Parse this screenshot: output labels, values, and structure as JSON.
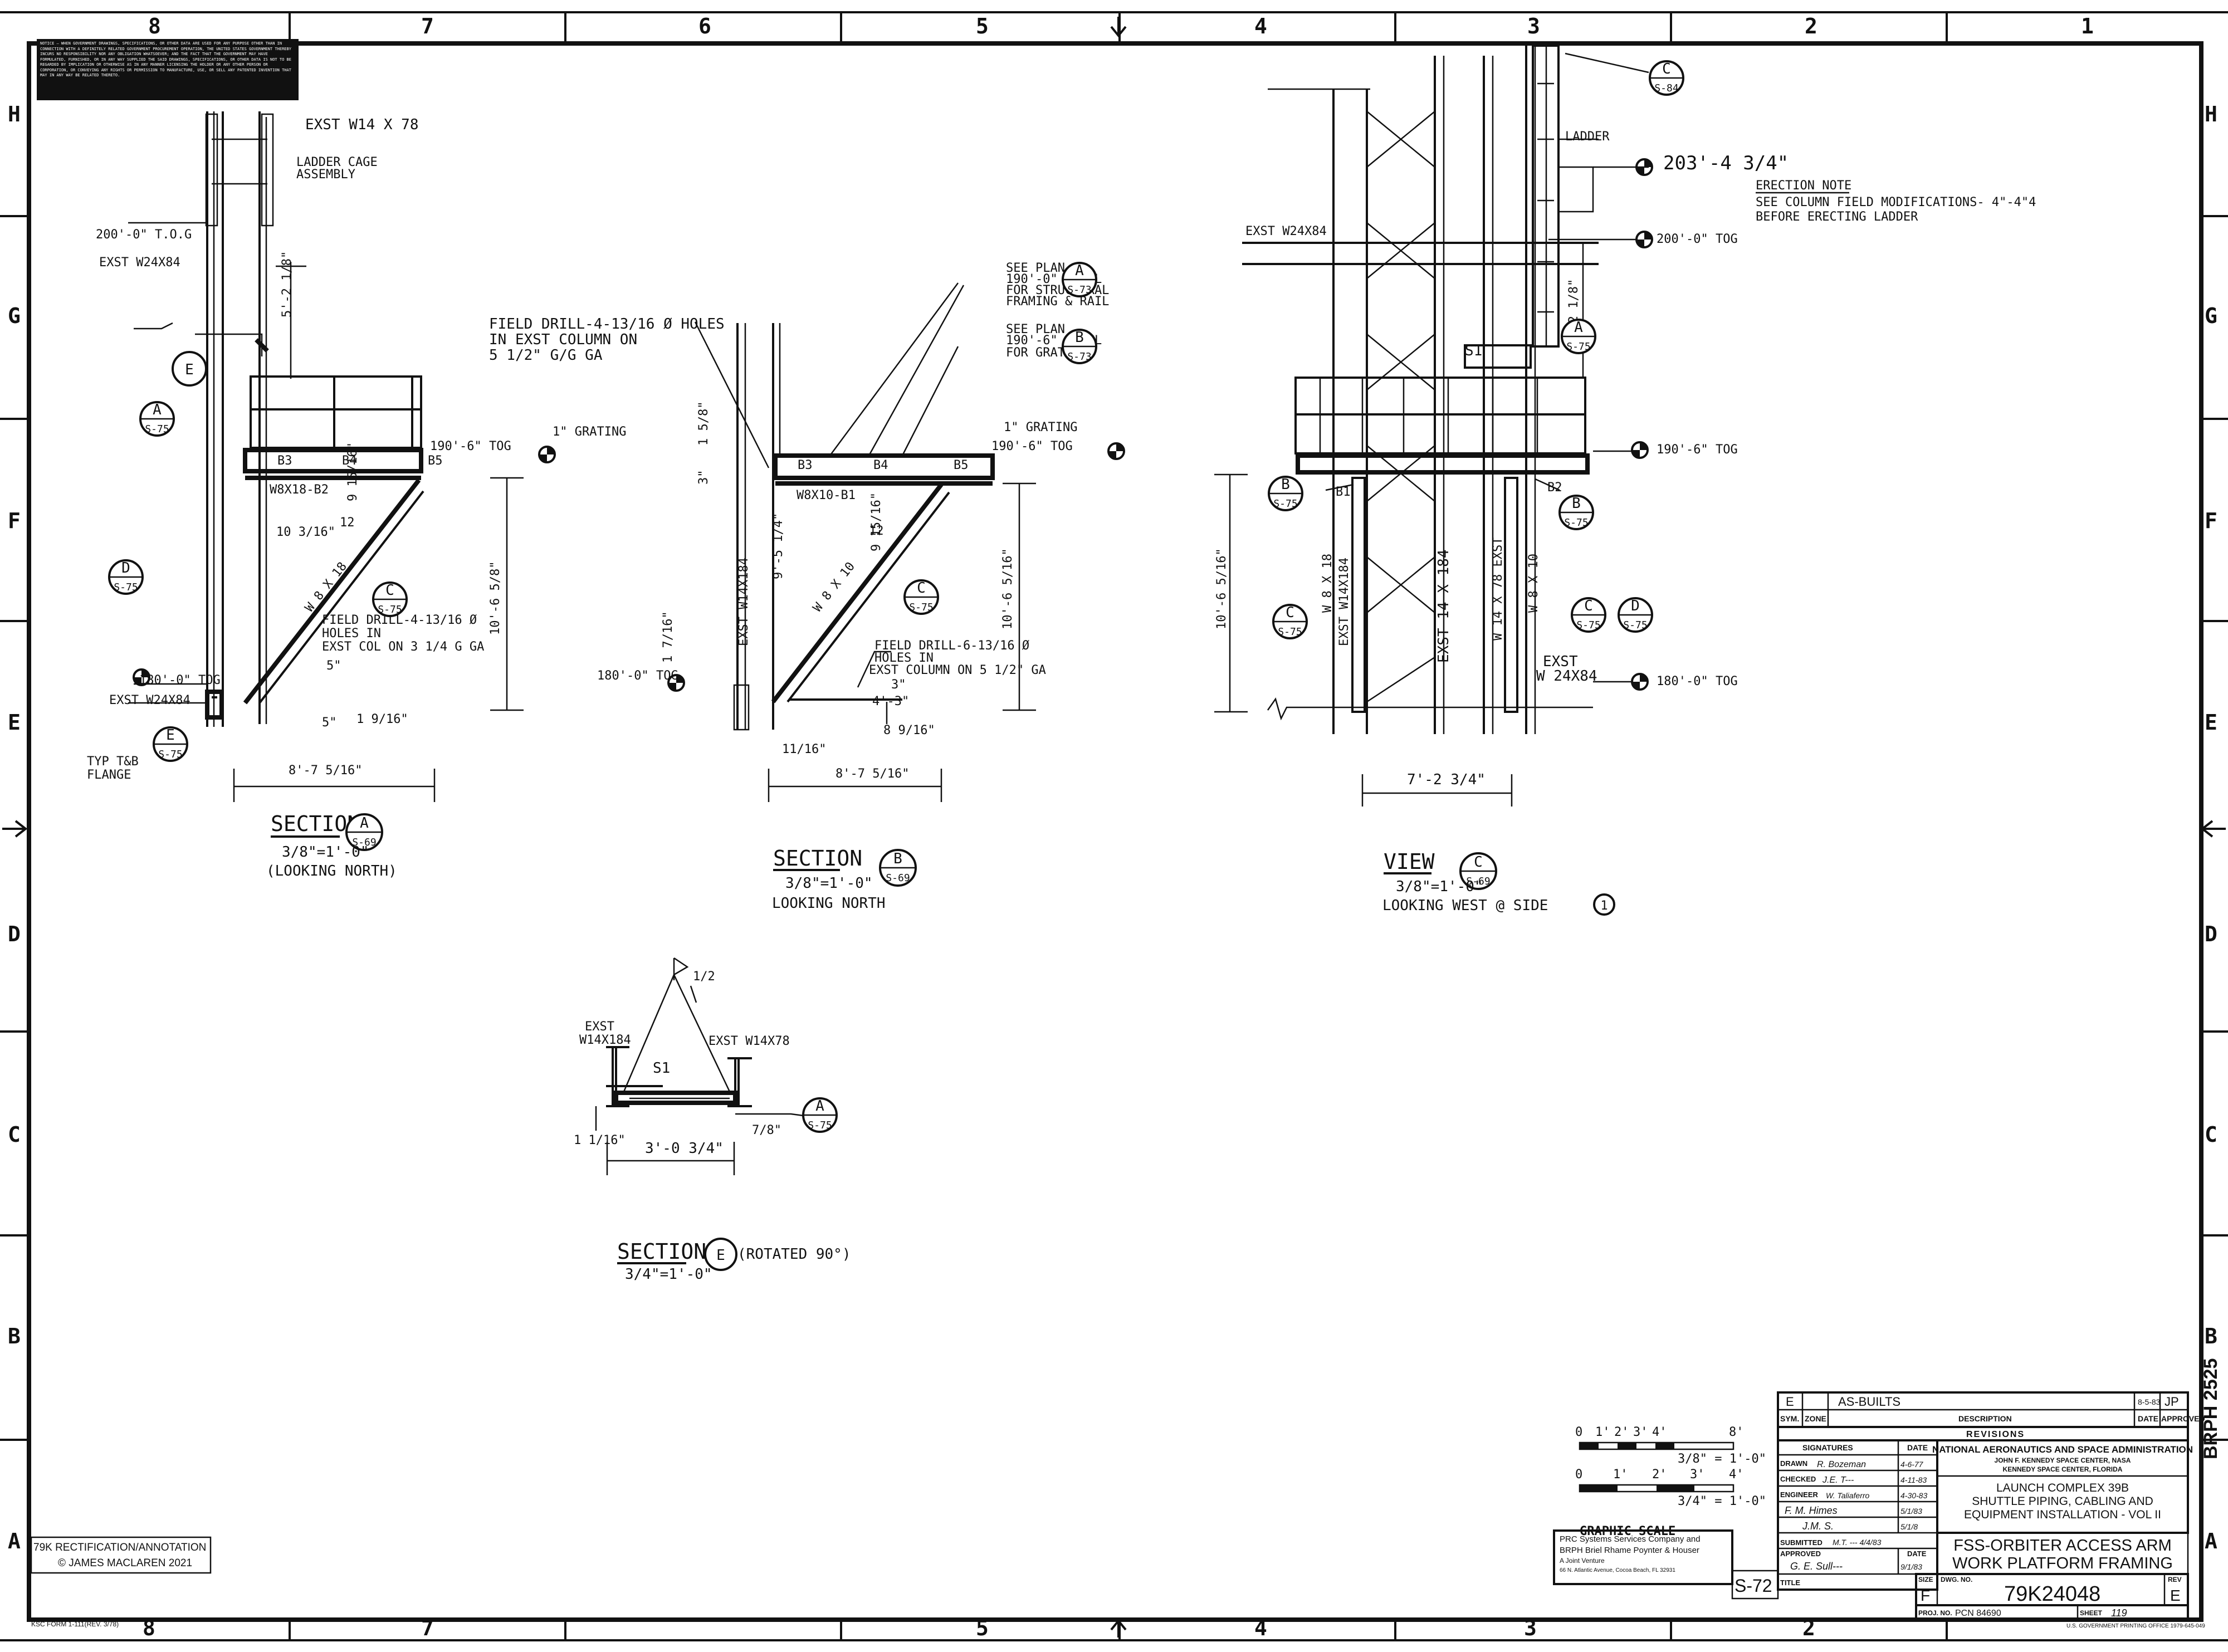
{
  "notice": "NOTICE — WHEN GOVERNMENT DRAWINGS, SPECIFICATIONS, OR OTHER DATA ARE USED FOR ANY PURPOSE OTHER THAN IN CONNECTION WITH A DEFINITELY RELATED GOVERNMENT PROCUREMENT OPERATION, THE UNITED STATES GOVERNMENT THEREBY INCURS NO RESPONSIBILITY NOR ANY OBLIGATION WHATSOEVER; AND THE FACT THAT THE GOVERNMENT MAY HAVE FORMULATED, FURNISHED, OR IN ANY WAY SUPPLIED THE SAID DRAWINGS, SPECIFICATIONS, OR OTHER DATA IS NOT TO BE REGARDED BY IMPLICATION OR OTHERWISE AS IN ANY MANNER LICENSING THE HOLDER OR ANY OTHER PERSON OR CORPORATION, OR CONVEYING ANY RIGHTS OR PERMISSION TO MANUFACTURE, USE, OR SELL ANY PATENTED INVENTION THAT MAY IN ANY WAY BE RELATED THERETO.",
  "grid": {
    "columns": [
      "8",
      "7",
      "6",
      "5",
      "4",
      "3",
      "2",
      "1"
    ],
    "rows": [
      "H",
      "G",
      "F",
      "E",
      "D",
      "C",
      "B",
      "A"
    ]
  },
  "section_a": {
    "title": "SECTION",
    "bubble": "A",
    "ref": "S-69",
    "scale": "3/8\"=1'-0\"",
    "subtitle": "(LOOKING NORTH)",
    "labels": {
      "exst_w14x78": "EXST W14 X 78",
      "ladder_cage": "LADDER CAGE",
      "assembly": "ASSEMBLY",
      "tog_200": "200'-0\" T.O.G",
      "exst_w24x84": "EXST W24X84",
      "dim_5_2": "5'-2 1/8\"",
      "tog_190": "190'-6\" TOG",
      "grating": "1\" GRATING",
      "b3": "B3",
      "b4": "B4",
      "b5": "B5",
      "beam": "W8X18-B2",
      "w8x18": "W 8 X 18",
      "dim_10_3": "10 3/16\"",
      "dim_9": "9 15/16\"",
      "dim_12": "12",
      "dim_10_6": "10'-6 5/8\"",
      "field_drill_1": "FIELD DRILL-4-13/16 Ø",
      "field_drill_2": "HOLES IN",
      "field_drill_3": "EXST COL ON 3 1/4 G GA",
      "dim_5a": "5\"",
      "dim_5b": "5\"",
      "dim_1_9": "1 9/16\"",
      "tog_180": "180'-0\" TOG",
      "exst_w24x84_b": "EXST W24X84",
      "typ": "TYP T&B",
      "flange": "FLANGE",
      "dim_8_7": "8'-7 5/16\""
    },
    "bubbles": [
      {
        "id": "E",
        "ref": ""
      },
      {
        "id": "A",
        "ref": "S-75"
      },
      {
        "id": "D",
        "ref": "S-75"
      },
      {
        "id": "C",
        "ref": "S-75"
      },
      {
        "id": "E",
        "ref": "S-75"
      }
    ]
  },
  "section_b": {
    "title": "SECTION",
    "bubble": "B",
    "ref": "S-69",
    "scale": "3/8\"=1'-0\"",
    "subtitle": "LOOKING NORTH",
    "labels": {
      "field_drill_1": "FIELD DRILL-4-13/16 Ø HOLES",
      "field_drill_2": "IN EXST COLUMN ON",
      "field_drill_3": "5 1/2\" G/G GA",
      "see_plan_a1": "SEE PLAN",
      "see_plan_a2": "190'-0\" LEVEL",
      "see_plan_a3": "FOR STRUCTURAL",
      "see_plan_a4": "FRAMING & RAIL",
      "see_plan_b1": "SEE PLAN",
      "see_plan_b2": "190'-6\" LEVEL",
      "see_plan_b3": "FOR GRATING",
      "grating": "1\" GRATING",
      "tog_190": "190'-6\" TOG",
      "dim_1_5": "1 5/8\"",
      "dim_3": "3\"",
      "b3": "B3",
      "b4": "B4",
      "b5": "B5",
      "beam": "W8X10-B1",
      "exst_col": "EXST W14X184",
      "dim_9_5": "9'-5 1/4\"",
      "dim_9": "9 15/16\"",
      "dim_12": "12",
      "w8x10": "W 8 X 10",
      "dim_10_6": "10'-6 5/16\"",
      "dim_1_7": "1 7/16\"",
      "field_drill_4": "FIELD DRILL-6-13/16 Ø",
      "field_drill_5": "HOLES IN",
      "field_drill_6": "EXST COLUMN ON 5 1/2\" GA",
      "tog_180": "180'-0\" TOG",
      "dim_3b": "3\"",
      "dim_4_3": "4'-3\"",
      "dim_8_9": "8 9/16\"",
      "dim_11": "11/16\"",
      "dim_8_7": "8'-7 5/16\""
    },
    "bubbles": [
      {
        "id": "A",
        "ref": "S-73"
      },
      {
        "id": "B",
        "ref": "S-73"
      },
      {
        "id": "C",
        "ref": "S-75"
      }
    ]
  },
  "view_c": {
    "title": "VIEW",
    "bubble": "C",
    "ref": "S-69",
    "scale": "3/8\"=1'-0\"",
    "subtitle": "LOOKING WEST @ SIDE",
    "side": "1",
    "labels": {
      "ladder": "LADDER",
      "el_203": "203'-4 3/4\"",
      "erection_note": "ERECTION NOTE",
      "erection_1": "SEE COLUMN FIELD MODIFICATIONS- 4\"-4\"4",
      "erection_2": "BEFORE ERECTING LADDER",
      "exst_w24x84": "EXST W24X84",
      "tog_200": "200'-0\" TOG",
      "dim_5_2": "5'-2 1/8\"",
      "s1": "S1",
      "tog_190": "190'-6\" TOG",
      "b1": "B1",
      "b2": "B2",
      "dim_10_6": "10'-6 5/16\"",
      "w8x18": "W 8 X 18",
      "exst_w14x184": "EXST W14X184",
      "exst_14x184": "EXST 14 X 184",
      "w14x78": "W 14 X 78 EXST",
      "w8x10": "W 8 X 10",
      "exst_b": "EXST",
      "w24x84": "W 24X84",
      "tog_180": "180'-0\" TOG",
      "dim_7_2": "7'-2 3/4\""
    },
    "bubbles": [
      {
        "id": "C",
        "ref": "S-84"
      },
      {
        "id": "A",
        "ref": "S-75"
      },
      {
        "id": "B",
        "ref": "S-75"
      },
      {
        "id": "B",
        "ref": "S-75"
      },
      {
        "id": "C",
        "ref": "S-75"
      },
      {
        "id": "C",
        "ref": "S-75"
      },
      {
        "id": "D",
        "ref": "S-75"
      }
    ]
  },
  "section_e": {
    "title": "SECTION",
    "bubble": "E",
    "rotated": "(ROTATED 90°)",
    "scale": "3/4\"=1'-0\"",
    "labels": {
      "exst_1": "EXST",
      "exst_2": "W14X184",
      "exst_w14x78": "EXST W14X78",
      "s1": "S1",
      "dim_1_2": "1/2",
      "dim_1_1": "1 1/16\"",
      "dim_3_0": "3'-0 3/4\"",
      "dim_7_8": "7/8\""
    },
    "bubbles": [
      {
        "id": "A",
        "ref": "S-75"
      }
    ]
  },
  "graphic_scale": {
    "label": "GRAPHIC SCALE",
    "scale_a": "3/8\" = 1'-0\"",
    "scale_a_ticks": [
      "0",
      "1'",
      "2'",
      "3'",
      "4'",
      "8'"
    ],
    "scale_b": "3/4\" = 1'-0\"",
    "scale_b_ticks": [
      "0",
      "1'",
      "2'",
      "3'",
      "4'"
    ]
  },
  "revisions": {
    "row_sym": "E",
    "row_desc": "AS-BUILTS",
    "row_date": "8-5-83",
    "row_approved": "JP",
    "col_sym": "SYM.",
    "col_zone": "ZONE",
    "col_desc": "DESCRIPTION",
    "col_date": "DATE",
    "col_approved": "APPROVED",
    "header": "REVISIONS"
  },
  "signatures": {
    "header": "SIGNATURES",
    "date_header": "DATE",
    "rows": [
      {
        "role": "DRAWN",
        "name": "R. Bozeman",
        "date": "4-6-77"
      },
      {
        "role": "CHECKED",
        "name": "J.E. T---",
        "date": "4-11-83"
      },
      {
        "role": "ENGINEER",
        "name": "W. Taliaferro",
        "date": "4-30-83"
      },
      {
        "role": "",
        "name": "F. M. Himes",
        "date": "5/1/83"
      },
      {
        "role": "",
        "name": "J.M. S.",
        "date": "5/1/8"
      }
    ],
    "submitted_label": "SUBMITTED",
    "submitted_name": "M.T. ---  4/4/83",
    "approved_label": "APPROVED",
    "approved_date_label": "DATE",
    "approved_name": "G. E. Sull---",
    "approved_date": "9/1/83",
    "title_label": "TITLE"
  },
  "agency": {
    "line1": "NATIONAL AERONAUTICS AND SPACE ADMINISTRATION",
    "line2": "JOHN F. KENNEDY SPACE CENTER, NASA",
    "line3": "KENNEDY SPACE CENTER, FLORIDA"
  },
  "drawing_title": {
    "line1": "LAUNCH COMPLEX 39B",
    "line2": "SHUTTLE PIPING, CABLING AND",
    "line3": "EQUIPMENT INSTALLATION - VOL II",
    "line4": "FSS-ORBITER ACCESS ARM",
    "line5": "WORK PLATFORM FRAMING"
  },
  "drawing_info": {
    "size_label": "SIZE",
    "size": "F",
    "dwg_label": "DWG. NO.",
    "dwg_no": "79K24048",
    "rev_label": "REV",
    "rev": "E",
    "proj_label": "PROJ. NO.",
    "proj_no": "PCN 84690",
    "sheet_label": "SHEET",
    "sheet": "119",
    "sheet_id": "S-72",
    "vertical_id": "BRPH 2525",
    "gpo": "U.S. GOVERNMENT PRINTING OFFICE 1979-645-049"
  },
  "contractor": {
    "line1": "PRC Systems Services Company and",
    "line2": "BRPH Briel  Rhame  Poynter & Houser",
    "line3": "A Joint Venture",
    "line4": "66 N. Atlantic Avenue, Cocoa Beach, FL 32931"
  },
  "annotation": {
    "line1": "79K RECTIFICATION/ANNOTATION",
    "line2": "© JAMES MACLAREN 2021"
  },
  "ksc_form": "KSC FORM 1-111(REV. 3/78)"
}
